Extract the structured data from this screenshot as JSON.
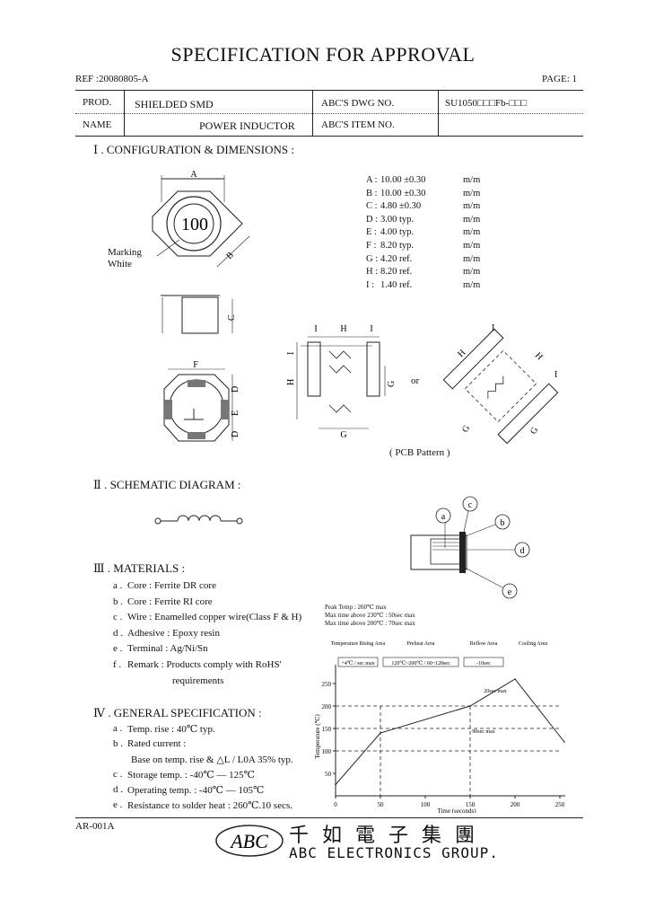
{
  "header": {
    "title": "SPECIFICATION FOR APPROVAL",
    "ref": "REF :20080805-A",
    "page": "PAGE: 1",
    "prod_label": "PROD.",
    "name_label": "NAME",
    "prod_value_1": "SHIELDED SMD",
    "prod_value_2": "POWER INDUCTOR",
    "dwg_label": "ABC'S DWG NO.",
    "dwg_value": "SU1050□□□Fb-□□□",
    "item_label": "ABC'S ITEM NO."
  },
  "section1": {
    "title": "Ⅰ . CONFIGURATION & DIMENSIONS :",
    "marking_label_1": "Marking",
    "marking_label_2": "White",
    "marking_text": "100",
    "pcb_label": "( PCB Pattern )",
    "or_label": "or",
    "dimensions": [
      {
        "letter": "A :",
        "value": "10.00 ±0.30",
        "unit": "m/m"
      },
      {
        "letter": "B :",
        "value": "10.00 ±0.30",
        "unit": "m/m"
      },
      {
        "letter": "C :",
        "value": "4.80 ±0.30",
        "unit": "m/m"
      },
      {
        "letter": "D :",
        "value": "3.00  typ.",
        "unit": "m/m"
      },
      {
        "letter": "E :",
        "value": "4.00  typ.",
        "unit": "m/m"
      },
      {
        "letter": "F :",
        "value": "8.20  typ.",
        "unit": "m/m"
      },
      {
        "letter": "G :",
        "value": "4.20  ref.",
        "unit": "m/m"
      },
      {
        "letter": "H :",
        "value": "8.20  ref.",
        "unit": "m/m"
      },
      {
        "letter": "I :",
        "value": "1.40  ref.",
        "unit": "m/m"
      }
    ],
    "labels": {
      "A": "A",
      "B": "B",
      "C": "C",
      "D": "D",
      "E": "E",
      "F": "F",
      "G": "G",
      "H": "H",
      "I": "I"
    }
  },
  "section2": {
    "title": "Ⅱ . SCHEMATIC DIAGRAM :",
    "callouts": [
      "a",
      "b",
      "c",
      "d",
      "e"
    ]
  },
  "section3": {
    "title": "Ⅲ . MATERIALS :",
    "items": [
      {
        "key": "a .",
        "text": "Core : Ferrite DR core"
      },
      {
        "key": "b .",
        "text": "Core : Ferrite RI core"
      },
      {
        "key": "c .",
        "text": "Wire : Enamelled copper wire(Class F & H)"
      },
      {
        "key": "d .",
        "text": "Adhesive : Epoxy resin"
      },
      {
        "key": "e .",
        "text": "Terminal : Ag/Ni/Sn"
      },
      {
        "key": "f .",
        "text": "Remark : Products comply with RoHS'"
      }
    ],
    "remark_cont": "requirements"
  },
  "section4": {
    "title": "Ⅳ . GENERAL SPECIFICATION :",
    "items": [
      {
        "key": "a .",
        "text": "Temp. rise : 40℃ typ."
      },
      {
        "key": "b .",
        "text": "Rated current :"
      },
      {
        "key": "",
        "text": "Base on temp. rise & △L / L0A  35% typ."
      },
      {
        "key": "c .",
        "text": "Storage temp. : -40℃ — 125℃"
      },
      {
        "key": "d .",
        "text": "Operating temp. : -40℃ — 105℃"
      },
      {
        "key": "e .",
        "text": "Resistance to solder heat : 260℃.10 secs."
      }
    ]
  },
  "profile": {
    "notes": [
      "Peak Temp : 260℃ max",
      "Max time above 230℃ : 50sec max",
      "Max time above 200℃ : 70sec max"
    ],
    "zones": [
      "Temperature Rising Area",
      "Preheat Area",
      "Reflow Area",
      "Cooling Area"
    ],
    "zone_values": [
      "+4℃ / sec max",
      "120℃~200℃ / 60~120sec",
      "-10sec"
    ],
    "inner_labels": [
      "20sec max",
      "90sec max"
    ],
    "ylabel": "Temperature (℃)",
    "xlabel": "Time (seconds)"
  },
  "chart_data": {
    "type": "line",
    "title": "",
    "xlabel": "Time (seconds)",
    "ylabel": "Temperature (℃)",
    "xlim": [
      0,
      250
    ],
    "ylim": [
      0,
      300
    ],
    "x_ticks": [
      0,
      50,
      100,
      150,
      200,
      250
    ],
    "y_ticks": [
      50,
      100,
      150,
      200,
      250
    ],
    "x": [
      0,
      50,
      150,
      200,
      255
    ],
    "values": [
      25,
      140,
      200,
      260,
      120
    ],
    "reference_lines_y": [
      100,
      150,
      200
    ],
    "reference_lines_x": [
      50,
      150
    ],
    "grid": false
  },
  "footer": {
    "code": "AR-001A",
    "logo_text": "ABC",
    "company_cn": "千 如 電 子 集 團",
    "company_en": "ABC ELECTRONICS GROUP."
  }
}
